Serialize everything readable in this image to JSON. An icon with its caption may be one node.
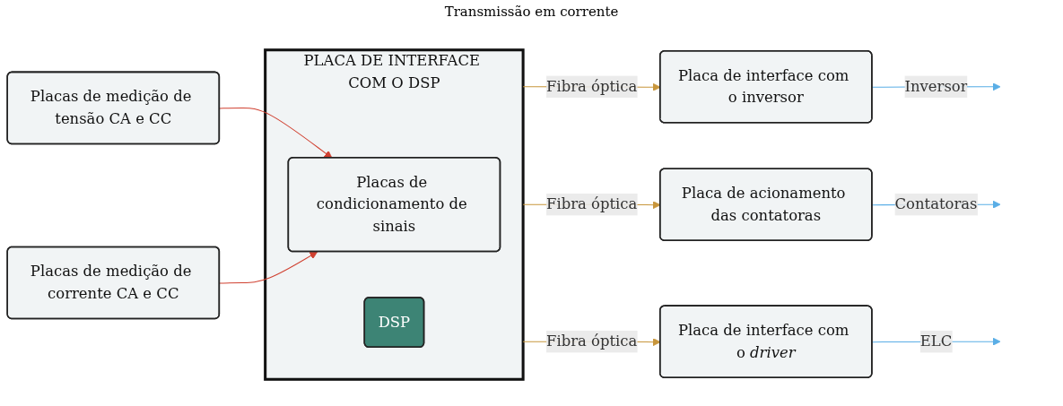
{
  "diagram": {
    "nodes": [
      {
        "text": [
          "Placas de medição de tensão CA e CC"
        ]
      },
      {
        "text": [
          "Placas de medição de corrente CA e CC"
        ]
      },
      {
        "text": [
          "PLACA DE INTERFACE COM O DSP"
        ]
      },
      {
        "text": [
          "Placas de condicionamento de sinais"
        ],
        "in": 2
      },
      {
        "text": [
          "DSP"
        ],
        "in": 2
      },
      {
        "text": [
          "Placa de interface com o inversor"
        ]
      },
      {
        "text": [
          "Placa de acionamento das contatoras"
        ]
      },
      {
        "text": [
          "Placa de interface com o *driver*"
        ]
      }
    ],
    "edges": [
      {
        "from": 0,
        "to": 3,
        "arrow": "to",
        "color": "#d04030"
      },
      {
        "from": 1,
        "to": 3,
        "arrow": "to",
        "color": "#d04030"
      },
      {
        "from": 2,
        "to": 5,
        "arrow": "to",
        "label": "Fibra óptica",
        "color": "#c8963c"
      },
      {
        "from": 2,
        "to": 6,
        "arrow": "to",
        "label": "Fibra óptica",
        "color": "#c8963c"
      },
      {
        "from": 2,
        "to": 7,
        "arrow": "to",
        "label": "Fibra óptica",
        "color": "#c8963c"
      },
      {
        "from": 5,
        "to": null,
        "arrow": "to",
        "label": "Inversor",
        "color": "#5aaee6"
      },
      {
        "from": 6,
        "to": null,
        "arrow": "to",
        "label": "Contatoras",
        "color": "#5aaee6"
      },
      {
        "from": 7,
        "to": null,
        "arrow": "to",
        "label": "ELC",
        "color": "#5aaee6"
      }
    ],
    "labels": [
      "Transmissão em corrente"
    ]
  }
}
